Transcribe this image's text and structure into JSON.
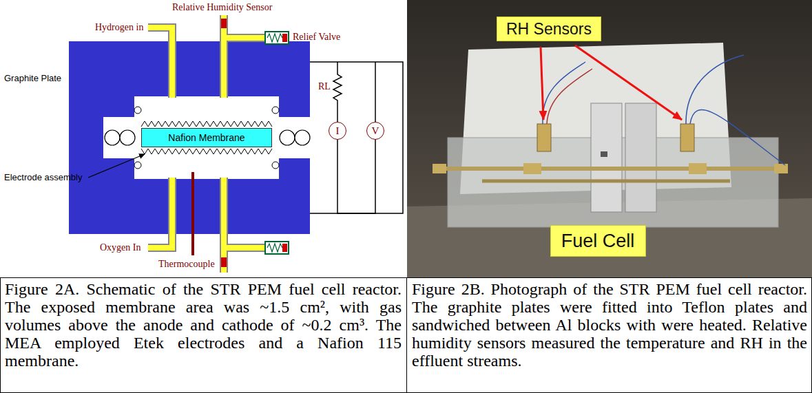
{
  "diagram": {
    "nodes": [
      {
        "text": [
          "Nafion Membrane"
        ]
      },
      {
        "text": [
          "I"
        ]
      },
      {
        "text": [
          "V"
        ]
      },
      {
        "text": [
          "RH Sensors"
        ]
      },
      {
        "text": [
          "Fuel Cell"
        ]
      }
    ],
    "edges": [
      {
        "from": 1,
        "to": 2,
        "arrow": "none"
      }
    ],
    "labels": [
      "Relative Humidity Sensor",
      "Relief Valve",
      "Hydrogen in",
      "Graphite Plate",
      "RL",
      "Electrode assembly",
      "Oxygen In",
      "Thermocouple",
      "Figure 2A. Schematic of the STR PEM fuel cell reactor. The exposed membrane area was ~1.5 cm², with gas volumes above the anode and cathode of ~0.2 cm³. The MEA employed Etek electrodes and a Nafion 115 membrane.",
      "Figure 2B. Photograph of the STR PEM fuel cell reactor. The graphite plates were fitted into Teflon plates and sandwiched between Al blocks with were heated. Relative humidity sensors measured the temperature and RH in the effluent streams."
    ]
  }
}
